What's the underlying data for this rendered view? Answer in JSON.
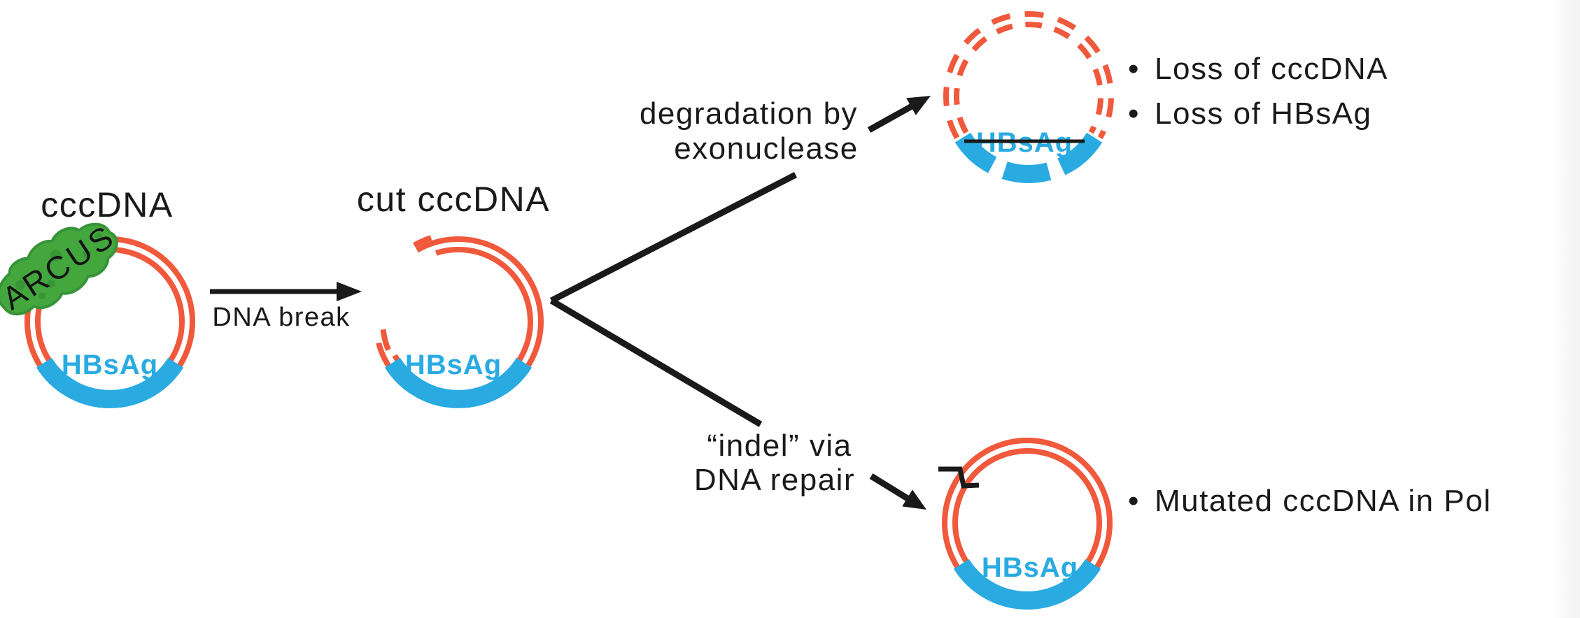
{
  "ui": {
    "bullet": "•"
  },
  "colors": {
    "dna_ring_orange": "#F0593C",
    "hbsag_blue": "#29ABE2",
    "arcus_green": "#43A73E",
    "text_black": "#1a1a1a"
  },
  "stage1": {
    "label": "cccDNA",
    "enzyme": "ARCUS",
    "gene": "HBsAg"
  },
  "arrow1": {
    "label": "DNA break"
  },
  "stage2": {
    "label": "cut cccDNA",
    "gene": "HBsAg"
  },
  "branch_top": {
    "label_line1": "degradation by",
    "label_line2": "exonuclease",
    "gene": "HBsAg",
    "outcomes": [
      "Loss of cccDNA",
      "Loss of HBsAg"
    ]
  },
  "branch_bottom": {
    "label_line1": "“indel” via",
    "label_line2": "DNA repair",
    "gene": "HBsAg",
    "outcomes": [
      "Mutated cccDNA in Pol"
    ]
  }
}
